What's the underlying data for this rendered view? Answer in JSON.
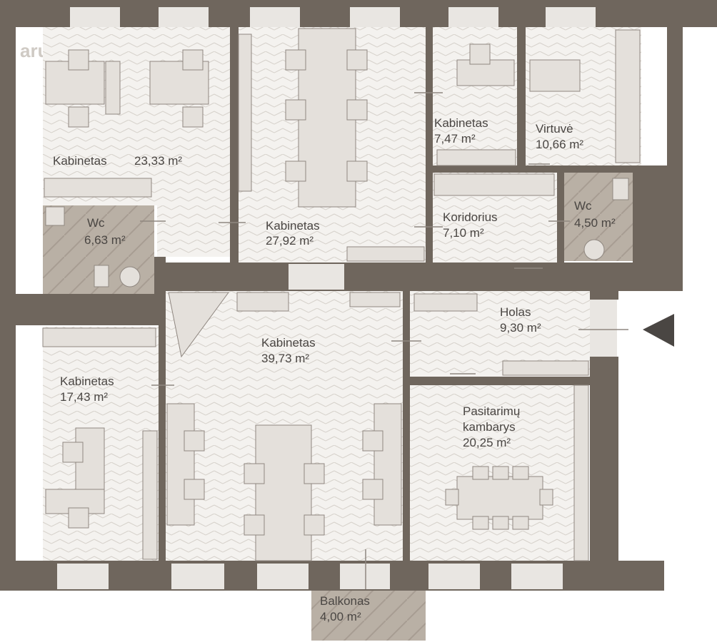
{
  "watermark": "aruodas.lt",
  "rooms": [
    {
      "id": "office-nw",
      "name": "Kabinetas",
      "area": "23,33 m²"
    },
    {
      "id": "office-n-large",
      "name": "Kabinetas",
      "area": "27,92 m²"
    },
    {
      "id": "office-small",
      "name": "Kabinetas",
      "area": "7,47 m²"
    },
    {
      "id": "kitchen",
      "name": "Virtuvė",
      "area": "10,66 m²"
    },
    {
      "id": "wc-west",
      "name": "Wc",
      "area": "6,63 m²"
    },
    {
      "id": "corridor",
      "name": "Koridorius",
      "area": "7,10 m²"
    },
    {
      "id": "wc-east",
      "name": "Wc",
      "area": "4,50 m²"
    },
    {
      "id": "hall",
      "name": "Holas",
      "area": "9,30 m²"
    },
    {
      "id": "office-center",
      "name": "Kabinetas",
      "area": "39,73 m²"
    },
    {
      "id": "office-sw",
      "name": "Kabinetas",
      "area": "17,43 m²"
    },
    {
      "id": "meeting-room",
      "name": "Pasitarimų kambarys",
      "name_lines": [
        "Pasitarimų",
        "kambarys"
      ],
      "area": "20,25 m²"
    },
    {
      "id": "balcony",
      "name": "Balkonas",
      "area": "4,00 m²"
    }
  ],
  "colors": {
    "wall": "#6f665d",
    "floor": "#f3f1ee",
    "hatch": "#d9d5cf",
    "furniture": "#e4e0db",
    "tile": "#b3aaa0",
    "text": "#4a4643"
  }
}
